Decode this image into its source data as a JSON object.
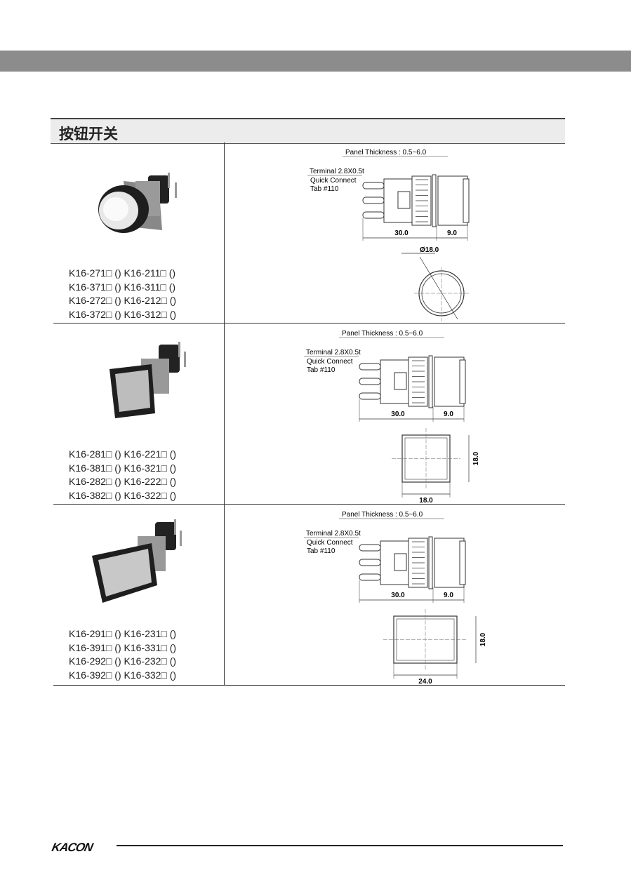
{
  "header": {
    "title": "按钮开关"
  },
  "rows": [
    {
      "shape": "round",
      "models": [
        "K16-271□ () K16-211□ ()",
        "K16-371□ () K16-311□ ()",
        "K16-272□ () K16-212□ ()",
        "K16-372□ () K16-312□ ()"
      ],
      "panel": "Panel Thickness : 0.5~6.0",
      "terminal": "Terminal 2.8X0.5t",
      "qc": "Quick Connect",
      "tab": "Tab #110",
      "dim_len": "30.0",
      "dim_cap": "9.0",
      "dim_front_w": "Ø18.0",
      "dim_front_h": ""
    },
    {
      "shape": "square",
      "models": [
        "K16-281□ () K16-221□ ()",
        "K16-381□ () K16-321□ ()",
        "K16-282□ () K16-222□ ()",
        "K16-382□ () K16-322□ ()"
      ],
      "panel": "Panel Thickness : 0.5~6.0",
      "terminal": "Terminal 2.8X0.5t",
      "qc": "Quick Connect",
      "tab": "Tab #110",
      "dim_len": "30.0",
      "dim_cap": "9.0",
      "dim_front_w": "18.0",
      "dim_front_h": "18.0"
    },
    {
      "shape": "rect",
      "models": [
        "K16-291□ () K16-231□ ()",
        "K16-391□ () K16-331□ ()",
        "K16-292□ () K16-232□ ()",
        "K16-392□ () K16-332□ ()"
      ],
      "panel": "Panel Thickness : 0.5~6.0",
      "terminal": "Terminal 2.8X0.5t",
      "qc": "Quick Connect",
      "tab": "Tab #110",
      "dim_len": "30.0",
      "dim_cap": "9.0",
      "dim_front_w": "24.0",
      "dim_front_h": "18.0"
    }
  ],
  "footer": {
    "logo": "KACON"
  }
}
